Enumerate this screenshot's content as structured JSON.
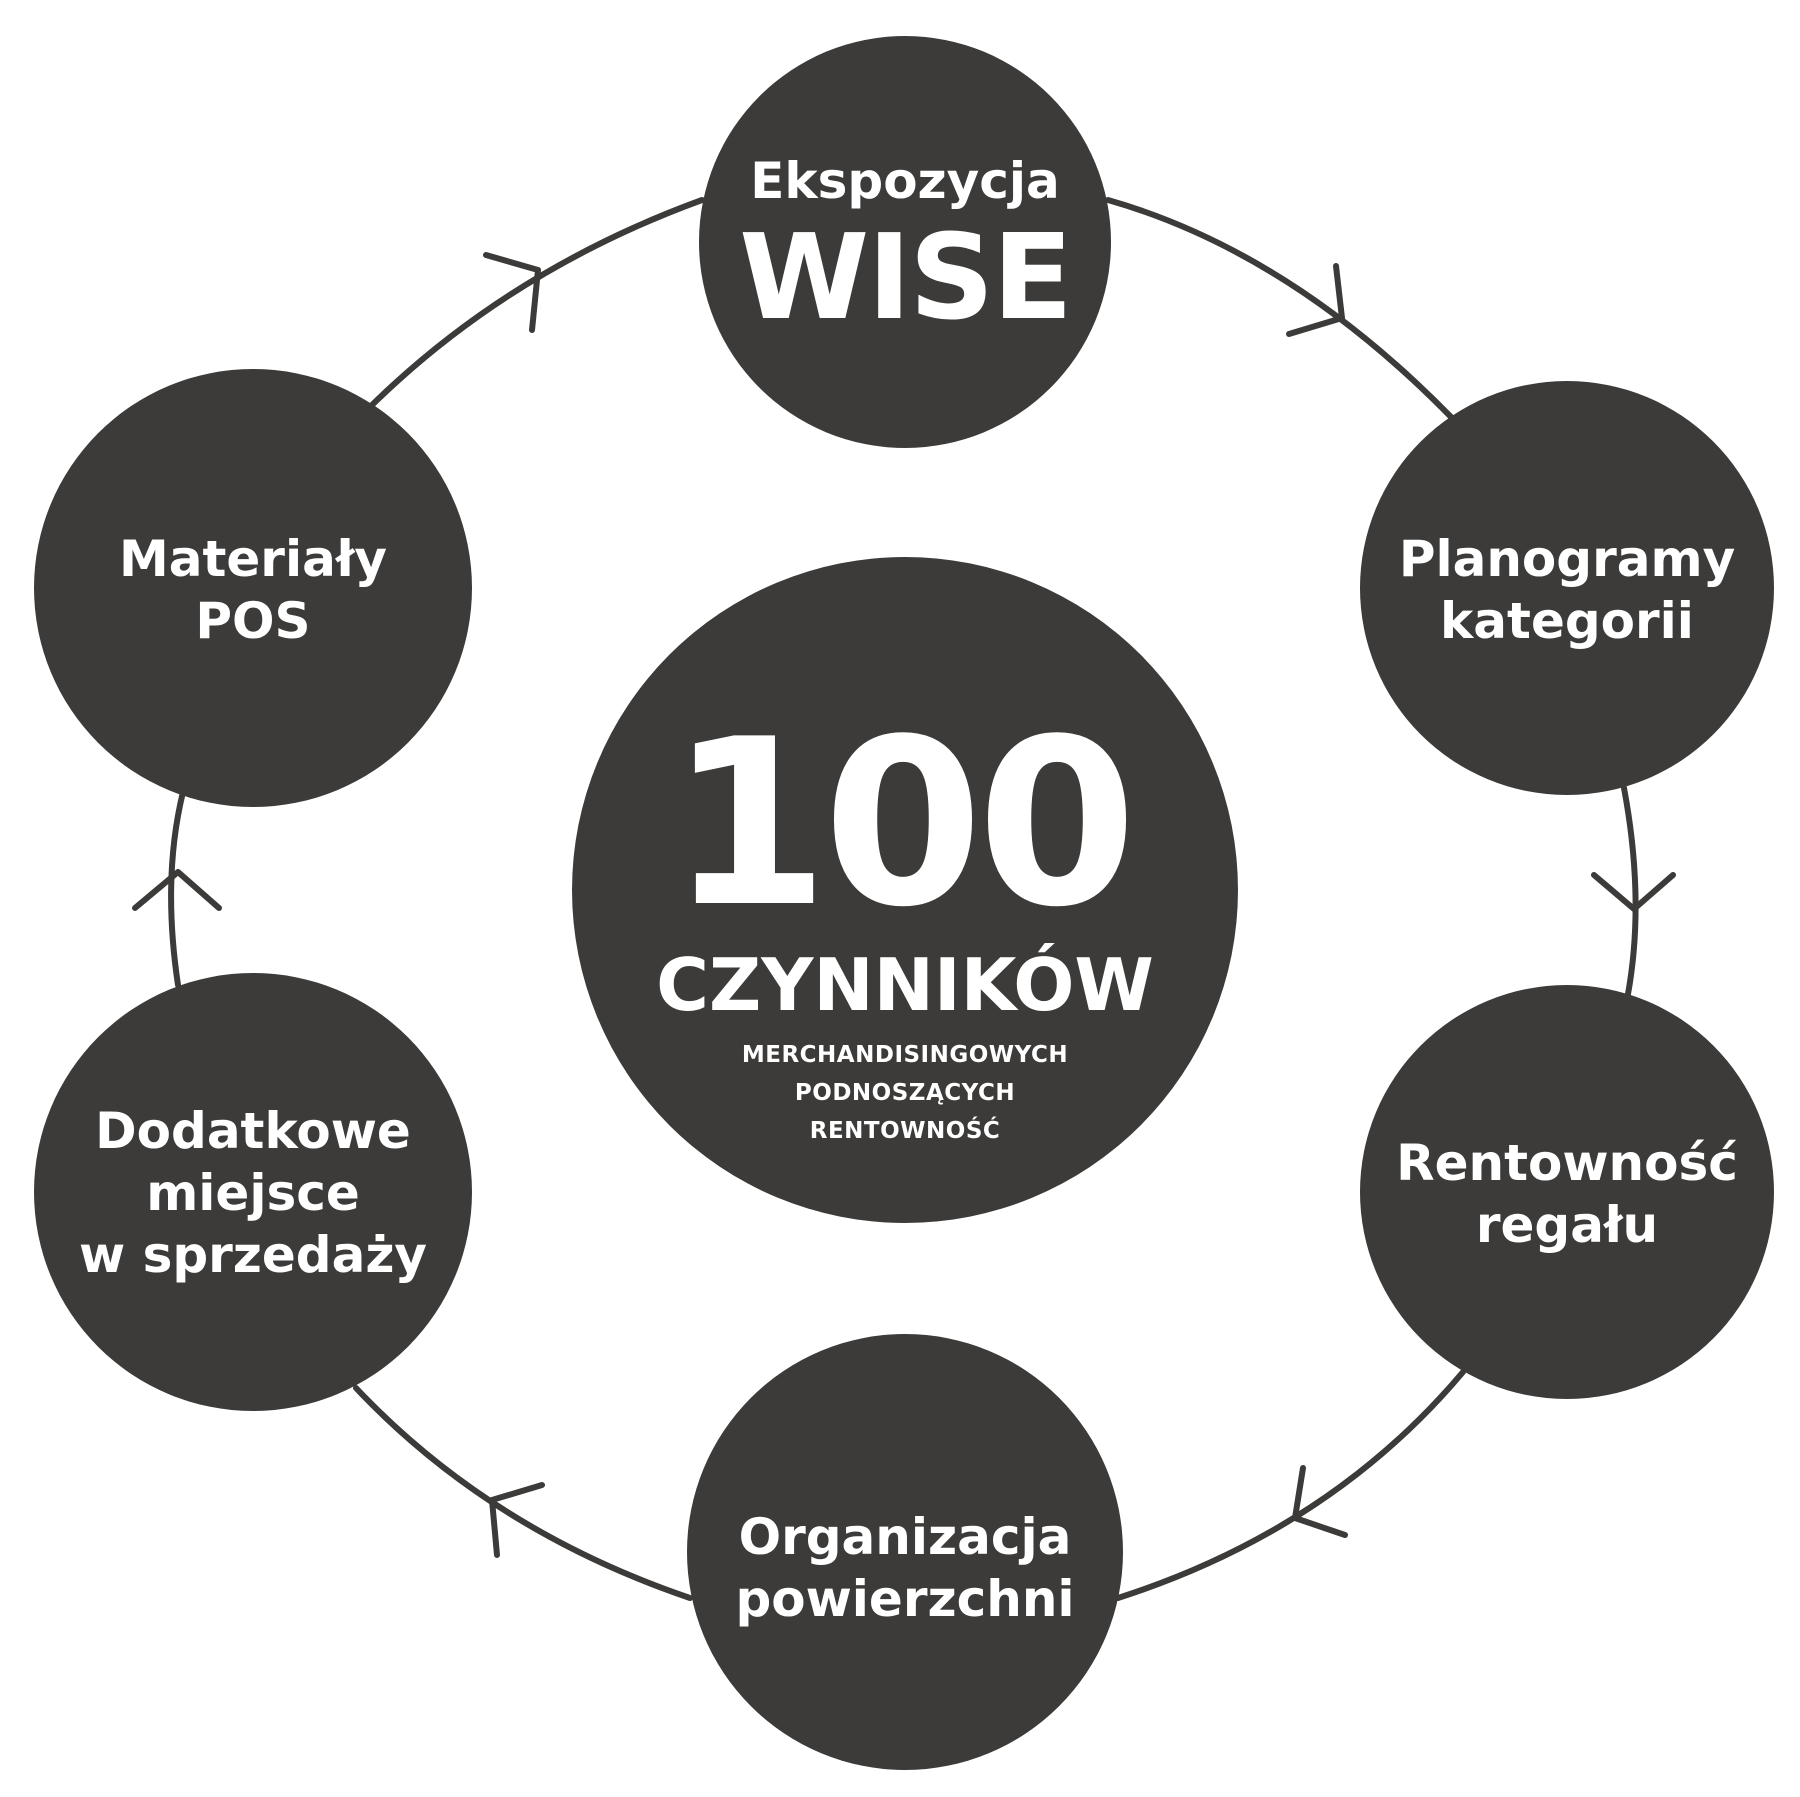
{
  "colors": {
    "circle_fill": "#3c3b39",
    "line": "#3c3b39",
    "text": "#ffffff",
    "background": "#ffffff"
  },
  "center": {
    "number": "100",
    "word": "CZYNNIKÓW",
    "sub_lines": [
      "MERCHANDISINGOWYCH",
      "PODNOSZĄCYCH",
      "RENTOWNOŚĆ"
    ]
  },
  "nodes": {
    "top": {
      "line1": "Ekspozycja",
      "big": "WISE"
    },
    "upper_right": {
      "lines": [
        "Planogramy",
        "kategorii"
      ]
    },
    "lower_right": {
      "lines": [
        "Rentowność",
        "regału"
      ]
    },
    "bottom": {
      "lines": [
        "Organizacja",
        "powierzchni"
      ]
    },
    "lower_left": {
      "lines": [
        "Dodatkowe",
        "miejsce",
        "w sprzedaży"
      ]
    },
    "upper_left": {
      "lines": [
        "Materiały",
        "POS"
      ]
    }
  },
  "flow_direction": "clockwise"
}
